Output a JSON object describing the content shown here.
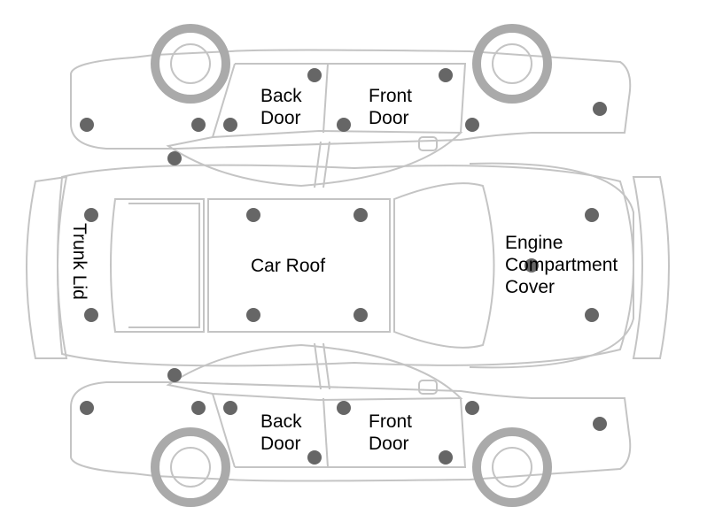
{
  "labels": {
    "top_back_door": "Back\nDoor",
    "top_front_door": "Front\nDoor",
    "trunk_lid": "Trunk Lid",
    "car_roof": "Car Roof",
    "engine_cover": "Engine\nCompartment\nCover",
    "bottom_back_door": "Back\nDoor",
    "bottom_front_door": "Front\nDoor"
  },
  "colors": {
    "outline": "#c4c4c4",
    "marker": "#666666",
    "wheel": "#aaaaaa"
  }
}
